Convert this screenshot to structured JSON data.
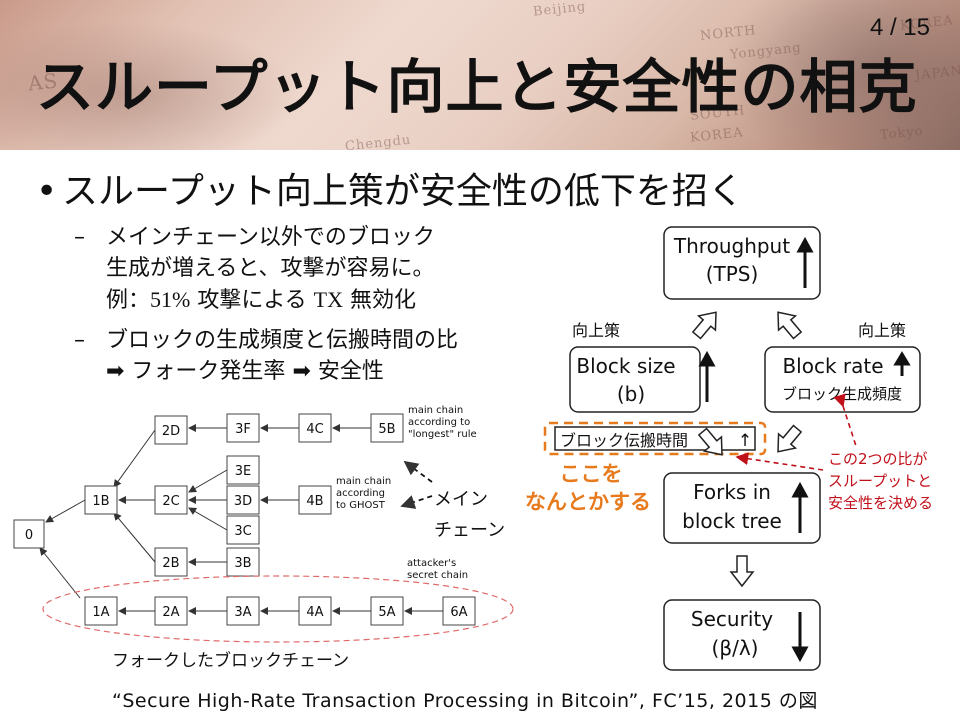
{
  "slide": {
    "page_number": "4 / 15",
    "title": "スループット向上と安全性の相克",
    "bullet": "スループット向上策が安全性の低下を招く",
    "sub1": {
      "line1": "メインチェーン以外でのブロック",
      "line2": "生成が増えると、攻撃が容易に。",
      "line3_prefix": "例：",
      "line3_pct": "51%",
      "line3_mid": " 攻撃による ",
      "line3_tx": "TX",
      "line3_suffix": " 無効化"
    },
    "sub2": {
      "line1": "ブロックの生成頻度と伝搬時間の比",
      "arrow1": "➡",
      "line2_a": " フォーク発生率 ",
      "arrow2": "➡",
      "line2_b": " 安全性"
    },
    "citation": "“Secure High-Rate Transaction Processing in Bitcoin”, FC’15, 2015 の図"
  },
  "background_map_words": [
    "Beijing",
    "NORTH",
    "KOREA",
    "SOUTH",
    "KOREA",
    "Chengdu",
    "Tokyo",
    "JAPAN",
    "Yongyang",
    "AS"
  ],
  "tree": {
    "nodes": [
      "0",
      "1B",
      "2D",
      "3F",
      "4C",
      "5B",
      "2C",
      "3E",
      "3D",
      "4B",
      "3C",
      "2B",
      "3B",
      "1A",
      "2A",
      "3A",
      "4A",
      "5A",
      "6A"
    ],
    "label_longest": [
      "main chain",
      "according to",
      "\"longest\" rule"
    ],
    "label_ghost": [
      "main chain",
      "according",
      "to GHOST"
    ],
    "label_attacker": [
      "attacker's",
      "secret chain"
    ],
    "main_chain_note": [
      "メイン",
      "チェーン"
    ],
    "fork_caption": "フォークしたブロックチェーン"
  },
  "flow": {
    "throughput": [
      "Throughput",
      "(TPS)"
    ],
    "block_size": [
      "Block size",
      "(b)"
    ],
    "block_rate": "Block rate",
    "block_rate_sub": "ブロック生成頻度",
    "propagation": "ブロック伝搬時間",
    "forks": [
      "Forks in",
      "block tree"
    ],
    "security": [
      "Security",
      "(β/λ)"
    ],
    "improve_left": "向上策",
    "improve_right": "向上策",
    "highlight": [
      "ここを",
      "なんとかする"
    ],
    "ratio_note": [
      "この2つの比が",
      "スループットと",
      "安全性を決める"
    ],
    "arrow_up": "↑",
    "arrow_down": "↓"
  },
  "colors": {
    "accent_orange": "#e87a1e",
    "note_red": "#c0101a",
    "ellipse_red": "#e06a6a"
  }
}
